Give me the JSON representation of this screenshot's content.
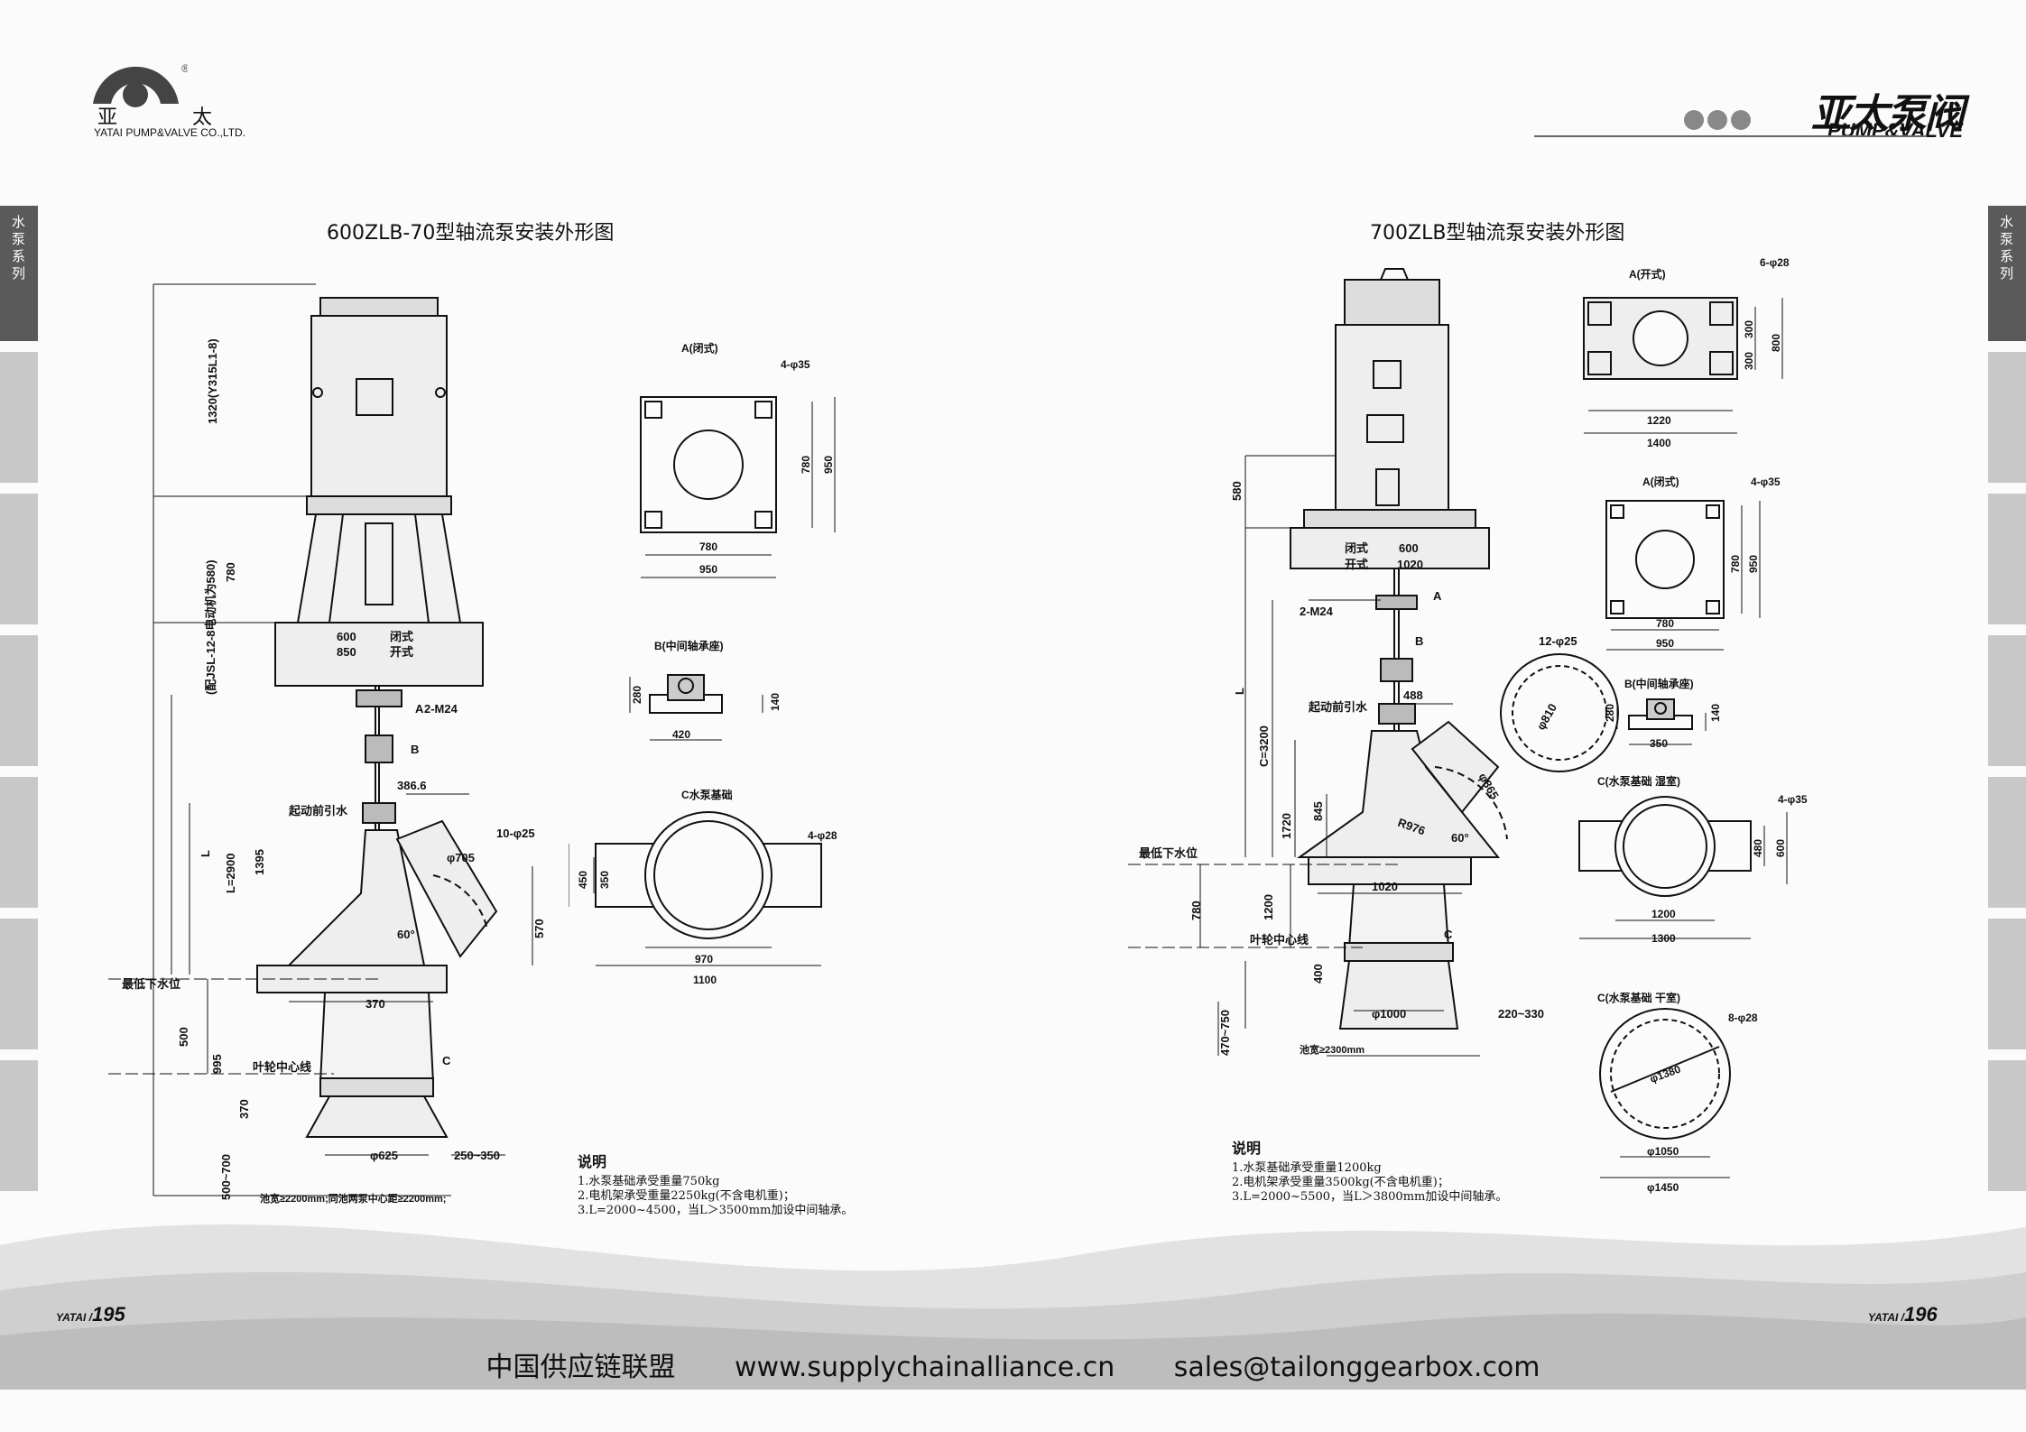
{
  "header": {
    "left_logo_cn": "亚 太",
    "left_logo_en": "YATAI PUMP&VALVE CO.,LTD.",
    "right_logo_cn": "亚太泵阀",
    "right_logo_en": "PUMP&VALVE"
  },
  "side_tab_label": "水泵系列",
  "left": {
    "title": "600ZLB-70型轴流泵安装外形图",
    "notes_title": "说明",
    "notes": [
      "1.水泵基础承受重量750kg",
      "2.电机架承受重量2250kg(不含电机重)；",
      "3.L=2000~4500，当L＞3500mm加设中间轴承。"
    ],
    "labels": {
      "motor": "1320(Y315L1-8)",
      "frame": "(配JSL-12-8电动机为580)",
      "h780": "780",
      "d600": "600",
      "d850": "850",
      "closed": "闭式",
      "open": "开式",
      "m24": "2-M24",
      "a": "A",
      "b": "B",
      "c": "C",
      "d386": "386.6",
      "prime": "起动前引水",
      "l": "L",
      "l2900": "L=2900",
      "d1395": "1395",
      "d705": "φ705",
      "holes10": "10-φ25",
      "d570": "570",
      "deg60": "60°",
      "lowwater": "最低下水位",
      "d500": "500",
      "d995": "995",
      "impeller": "叶轮中心线",
      "d370": "370",
      "d625": "φ625",
      "d250": "250~350",
      "d500700": "500~700",
      "pool": "池宽≥2200mm;同池两泵中心距≥2200mm;",
      "A_title": "A(闭式)",
      "A_holes": "4-φ35",
      "A_780": "780",
      "A_950": "950",
      "A_780v": "780",
      "A_950v": "950",
      "B_title": "B(中间轴承座)",
      "B_280": "280",
      "B_140": "140",
      "B_420": "420",
      "C_title": "C水泵基础",
      "C_holes": "4-φ28",
      "C_450": "450",
      "C_350": "350",
      "C_970": "970",
      "C_1100": "1100"
    }
  },
  "right": {
    "title": "700ZLB型轴流泵安装外形图",
    "notes_title": "说明",
    "notes": [
      "1.水泵基础承受重量1200kg",
      "2.电机架承受重量3500kg(不含电机重)；",
      "3.L=2000~5500，当L＞3800mm加设中间轴承。"
    ],
    "labels": {
      "d580": "580",
      "closed": "闭式",
      "open": "开式",
      "d600": "600",
      "d1020": "1020",
      "a": "A",
      "b": "B",
      "c": "C",
      "m24": "2-M24",
      "l": "L",
      "c3200": "C=3200",
      "d1720": "1720",
      "d845": "845",
      "prime": "起动前引水",
      "d488": "488",
      "d865": "φ865",
      "r976": "R976",
      "deg60": "60°",
      "lowwater": "最低下水位",
      "d780": "780",
      "d1200": "1200",
      "d1020b": "1020",
      "impeller": "叶轮中心线",
      "d400": "400",
      "d1000": "φ1000",
      "d220": "220~330",
      "d470": "470~750",
      "pool": "池宽≥2300mm",
      "circ_holes": "12-φ25",
      "circ_d": "φ810",
      "A_open_title": "A(开式)",
      "A_open_holes": "6-φ28",
      "A_open_300a": "300",
      "A_open_300b": "300",
      "A_open_800": "800",
      "A_open_1220": "1220",
      "A_open_1400": "1400",
      "A_closed_title": "A(闭式)",
      "A_closed_holes": "4-φ35",
      "A_closed_780": "780",
      "A_closed_950": "950",
      "A_closed_780v": "780",
      "A_closed_950v": "950",
      "B_title": "B(中间轴承座)",
      "B_280": "280",
      "B_140": "140",
      "B_350": "350",
      "Cwet_title": "C(水泵基础 湿室)",
      "Cwet_holes": "4-φ35",
      "Cwet_480": "480",
      "Cwet_600": "600",
      "Cwet_1200": "1200",
      "Cwet_1300": "1300",
      "Cdry_title": "C(水泵基础 干室)",
      "Cdry_holes": "8-φ28",
      "Cdry_1380": "φ1380",
      "Cdry_1050": "φ1050",
      "Cdry_1450": "φ1450"
    }
  },
  "page_numbers": {
    "brand": "YATAI /",
    "left": "195",
    "right": "196"
  },
  "footer": {
    "org": "中国供应链联盟",
    "url": "www.supplychainalliance.cn",
    "email": "sales@tailonggearbox.com"
  }
}
